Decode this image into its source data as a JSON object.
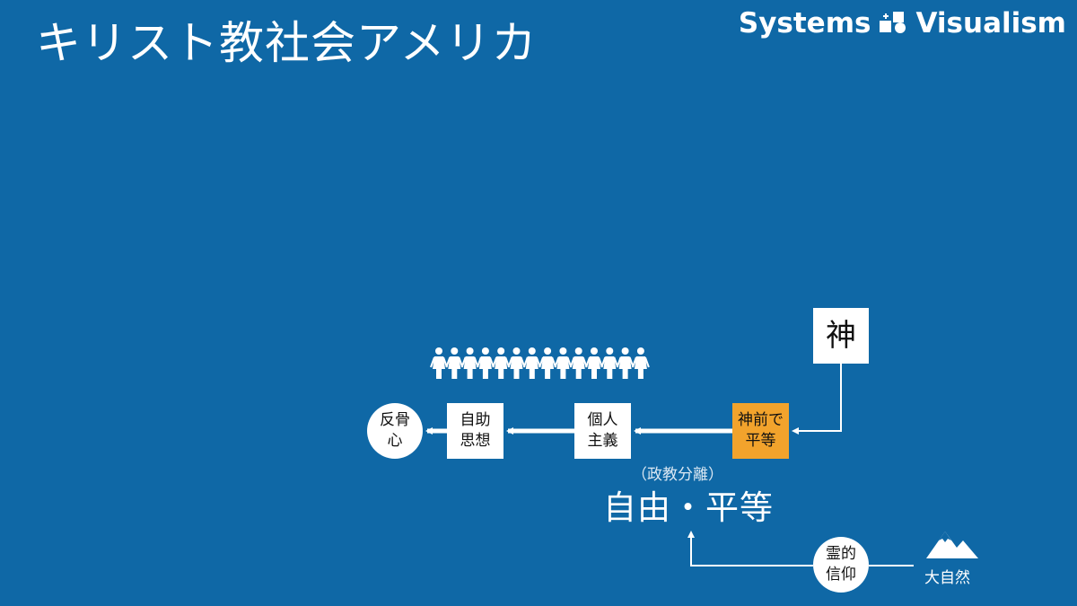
{
  "header": {
    "title": "キリスト教社会アメリカ",
    "brand_left": "Systems",
    "brand_right": "Visualism"
  },
  "diagram": {
    "nodes": {
      "god": "神",
      "equal_before_god": "神前で\n平等",
      "individualism": "個人\n主義",
      "self_help": "自助\n思想",
      "rebellion": "反骨\n心",
      "spirit_faith": "霊的\n信仰",
      "nature": "大自然"
    },
    "labels": {
      "separation": "（政教分離）",
      "freedom_equality": "自由・平等"
    },
    "people_count": 14
  },
  "colors": {
    "background": "#0f68a6",
    "highlight": "#f2a32c",
    "node": "#ffffff"
  },
  "icons": [
    "logo-icon",
    "people-icon",
    "mountain-icon"
  ]
}
